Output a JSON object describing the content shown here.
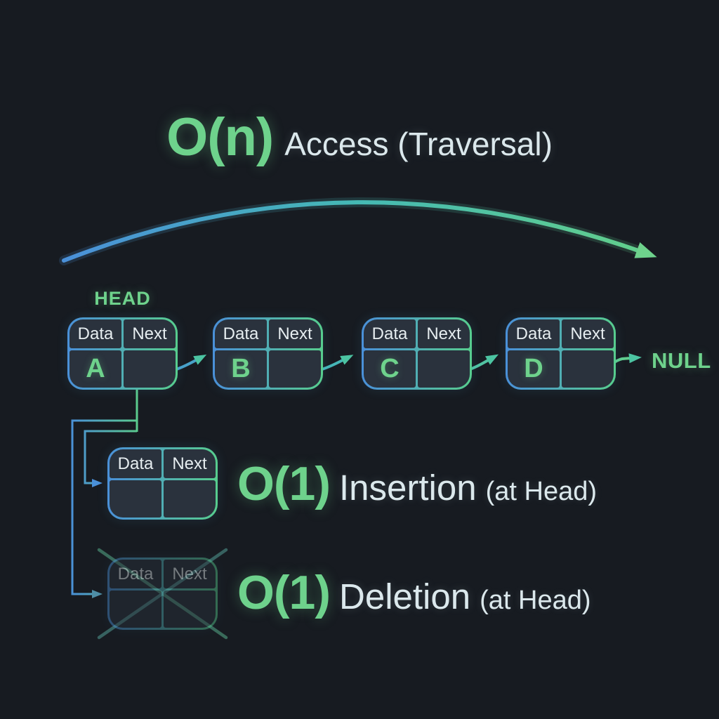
{
  "palette": {
    "bg": "#171b21",
    "green": "#6ed28c",
    "blue": "#4a90d9",
    "teal": "#4cc4a2",
    "light": "#dbe8ec",
    "node_fill": "#2a323d",
    "dim": "#8b969e"
  },
  "access": {
    "complexity": "O(n)",
    "label": "Access (Traversal)"
  },
  "head_label": "HEAD",
  "null_label": "NULL",
  "cell_headers": {
    "data": "Data",
    "next": "Next"
  },
  "list_nodes": [
    {
      "value": "A"
    },
    {
      "value": "B"
    },
    {
      "value": "C"
    },
    {
      "value": "D"
    }
  ],
  "insertion": {
    "complexity": "O(1)",
    "label": "Insertion",
    "qualifier": "(at Head)"
  },
  "deletion": {
    "complexity": "O(1)",
    "label": "Deletion",
    "qualifier": "(at Head)"
  }
}
